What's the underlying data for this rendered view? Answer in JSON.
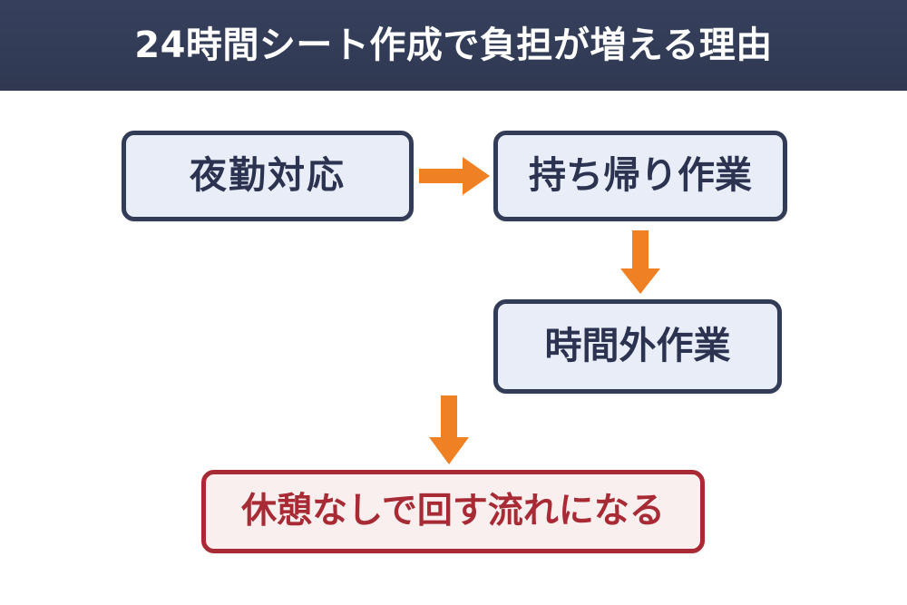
{
  "header": {
    "title": "24時間シート作成で負担が増える理由",
    "background_color": "#333c57",
    "text_color": "#ffffff"
  },
  "colors": {
    "header_navy": "#333c57",
    "box_border_navy": "#333c57",
    "box_fill_blue": "#e8edf7",
    "box_text_navy": "#2b3351",
    "accent_orange": "#ef8023",
    "result_border_red": "#a82a35",
    "result_fill_pink": "#f9efee",
    "result_text_red": "#a82a35",
    "page_background": "#ffffff"
  },
  "flow": {
    "nodes": [
      {
        "id": "night",
        "label": "夜勤対応",
        "style": "blue"
      },
      {
        "id": "takehome",
        "label": "持ち帰り作業",
        "style": "blue"
      },
      {
        "id": "overtime",
        "label": "時間外作業",
        "style": "blue"
      },
      {
        "id": "result",
        "label": "休憩なしで回す流れになる",
        "style": "red"
      }
    ],
    "arrows": [
      {
        "id": "arrow-1",
        "direction": "right",
        "from": "night",
        "to": "takehome",
        "color": "#ef8023"
      },
      {
        "id": "arrow-2",
        "direction": "down",
        "from": "takehome",
        "to": "overtime",
        "color": "#ef8023"
      },
      {
        "id": "arrow-3",
        "direction": "down",
        "from": "overtime",
        "to": "result",
        "color": "#ef8023"
      }
    ]
  }
}
